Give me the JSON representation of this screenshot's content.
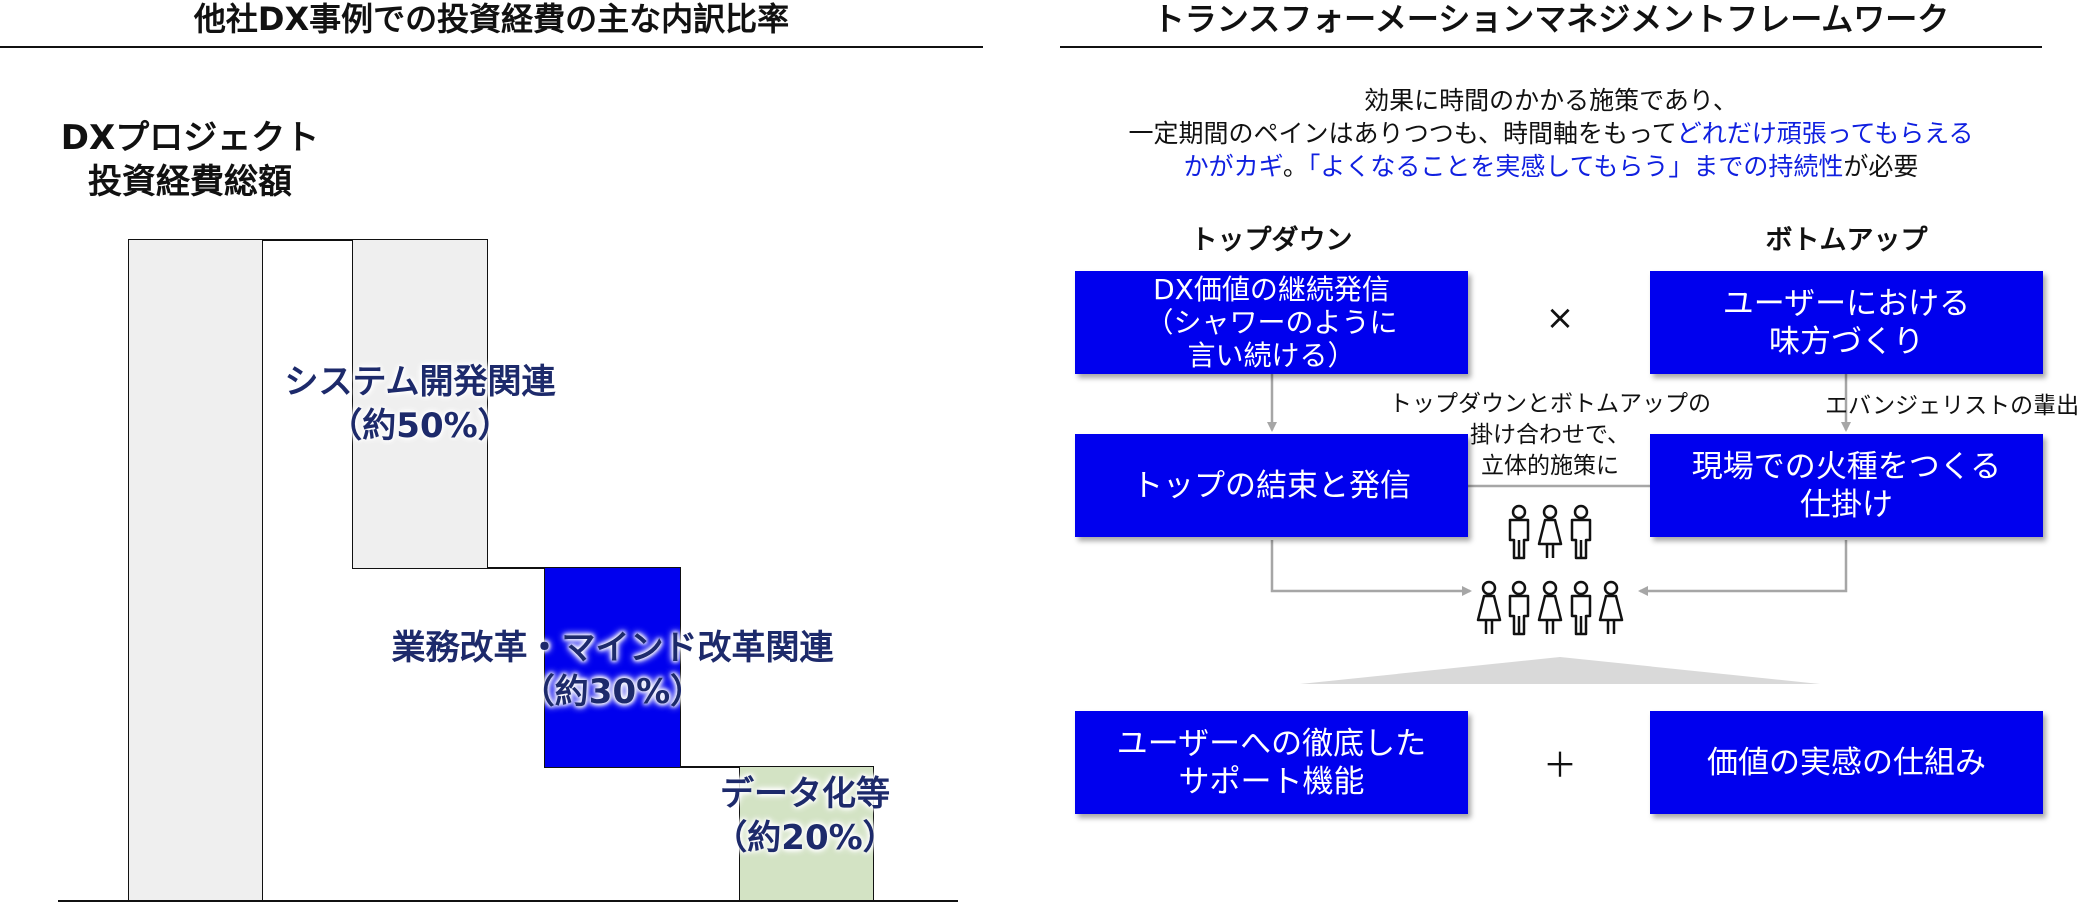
{
  "left_panel": {
    "title": "他社DX事例での投資経費の主な内訳比率",
    "total_label_line1": "DXプロジェクト",
    "total_label_line2": "投資経費総額",
    "segments": [
      {
        "name": "システム開発関連",
        "pct": "（約50%）",
        "share": 50,
        "color": "#efefef"
      },
      {
        "name": "業務改革・マインド改革関連",
        "pct": "（約30%）",
        "share": 30,
        "color": "#0000ee"
      },
      {
        "name": "データ化等",
        "pct": "（約20%）",
        "share": 20,
        "color": "#d3e3c4"
      }
    ]
  },
  "right_panel": {
    "title": "トランスフォーメーションマネジメントフレームワーク",
    "intro_line1": "効果に時間のかかる施策であり、",
    "intro_line2_plain": "一定期間のペインはありつつも、時間軸をもって",
    "intro_line2_highlight": "どれだけ頑張ってもらえる",
    "intro_line3_highlight1": "かがカギ",
    "intro_line3_plain1": "。",
    "intro_line3_highlight2": "「よくなることを実感してもらう」までの持続性",
    "intro_line3_plain2": "が必要",
    "top_down_label": "トップダウン",
    "bottom_up_label": "ボトムアップ",
    "box_top_left": "DX価値の継続発信\n（シャワーのように\n言い続ける）",
    "box_top_right": "ユーザーにおける\n味方づくり",
    "box_mid_left": "トップの結束と発信",
    "box_mid_right": "現場での火種をつくる\n仕掛け",
    "box_bottom_left": "ユーザーへの徹底した\nサポート機能",
    "box_bottom_right": "価値の実感の仕組み",
    "times_symbol": "×",
    "plus_symbol": "＋",
    "center_note": "トップダウンとボトムアップの\n掛け合わせで、\n立体的施策に",
    "evangelist_note": "エバンジェリストの輩出",
    "colors": {
      "box_blue": "#0000ee",
      "highlight_text": "#1020e0",
      "connector_gray": "#a6a6a6"
    }
  }
}
